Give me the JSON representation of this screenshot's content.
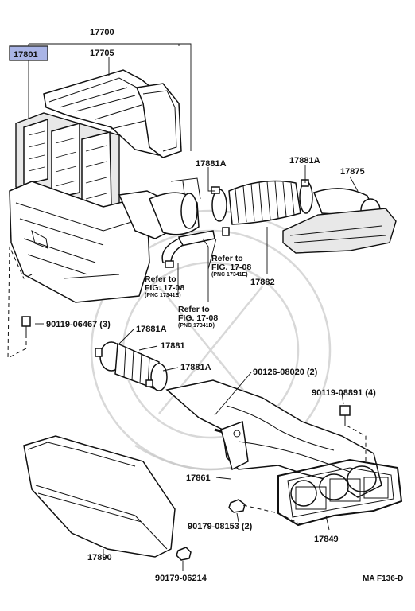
{
  "parts": {
    "p17700": "17700",
    "p17801": "17801",
    "p17705": "17705",
    "p17881A_top1": "17881A",
    "p17881A_top2": "17881A",
    "p17875": "17875",
    "p17882": "17882",
    "p90119_06467": "90119-06467 (3)",
    "p17881A_mid": "17881A",
    "p17881": "17881",
    "p17881A_low": "17881A",
    "p90126_08020": "90126-08020 (2)",
    "p90119_08891": "90119-08891 (4)",
    "p17861": "17861",
    "p90179_08153": "90179-08153 (2)",
    "p17849": "17849",
    "p17890": "17890",
    "p90179_06214": "90179-06214"
  },
  "refs": [
    {
      "refer": "Refer to",
      "fig": "FIG. 17-08",
      "pnc": "(PNC 17341E)"
    },
    {
      "refer": "Refer to",
      "fig": "FIG. 17-08",
      "pnc": "(PNC 17341E)"
    },
    {
      "refer": "Refer to",
      "fig": "FIG. 17-08",
      "pnc": "(PNC 17341D)"
    }
  ],
  "footer_code": "MA F136-D",
  "highlight_color": "#a9b4e6"
}
